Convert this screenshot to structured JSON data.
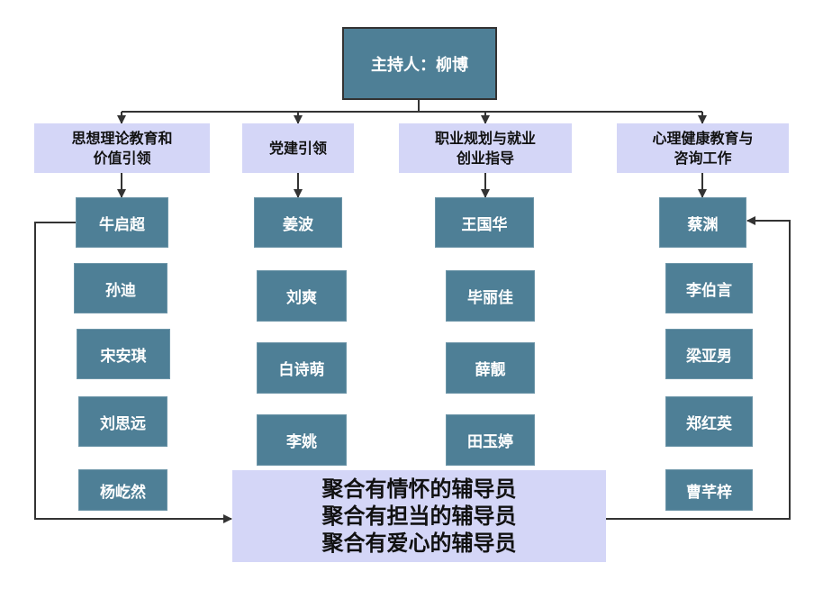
{
  "host": "主持人：柳博",
  "categories": [
    {
      "title": "思想理论教育和价值引领",
      "line1": "思想理论教育和",
      "line2": "价值引领",
      "members": [
        "牛启超",
        "孙迪",
        "宋安琪",
        "刘思远",
        "杨屹然"
      ]
    },
    {
      "title": "党建引领",
      "line1": "党建引领",
      "line2": "",
      "members": [
        "姜波",
        "刘爽",
        "白诗萌",
        "李姚"
      ]
    },
    {
      "title": "职业规划与就业创业指导",
      "line1": "职业规划与就业",
      "line2": "创业指导",
      "members": [
        "王国华",
        "毕丽佳",
        "薛靓",
        "田玉婷"
      ]
    },
    {
      "title": "心理健康教育与咨询工作",
      "line1": "心理健康教育与",
      "line2": "咨询工作",
      "members": [
        "蔡渊",
        "李伯言",
        "梁亚男",
        "郑红英",
        "曹芊梓"
      ]
    }
  ],
  "summary": [
    "聚合有情怀的辅导员",
    "聚合有担当的辅导员",
    "聚合有爱心的辅导员"
  ],
  "colors": {
    "member_box": "#4e7f96",
    "category_box": "#d4d6f7",
    "line": "#333333"
  }
}
